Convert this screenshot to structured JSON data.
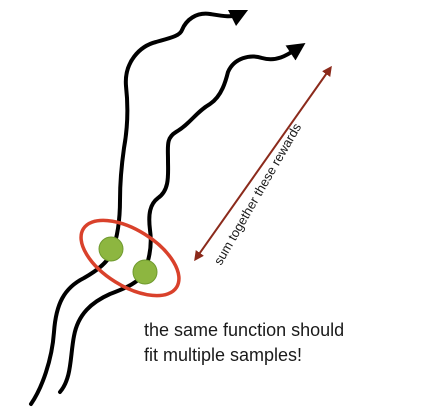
{
  "annotation": {
    "sum_label": "sum together these rewards"
  },
  "caption": {
    "line_1": "the same function should",
    "line_2": "fit multiple samples!"
  },
  "colors": {
    "trajectory": "#000000",
    "state_marker": "#8db640",
    "highlight_ellipse": "#d9412b",
    "reward_arrow": "#8b2a1b",
    "text": "#1a1a1a"
  }
}
